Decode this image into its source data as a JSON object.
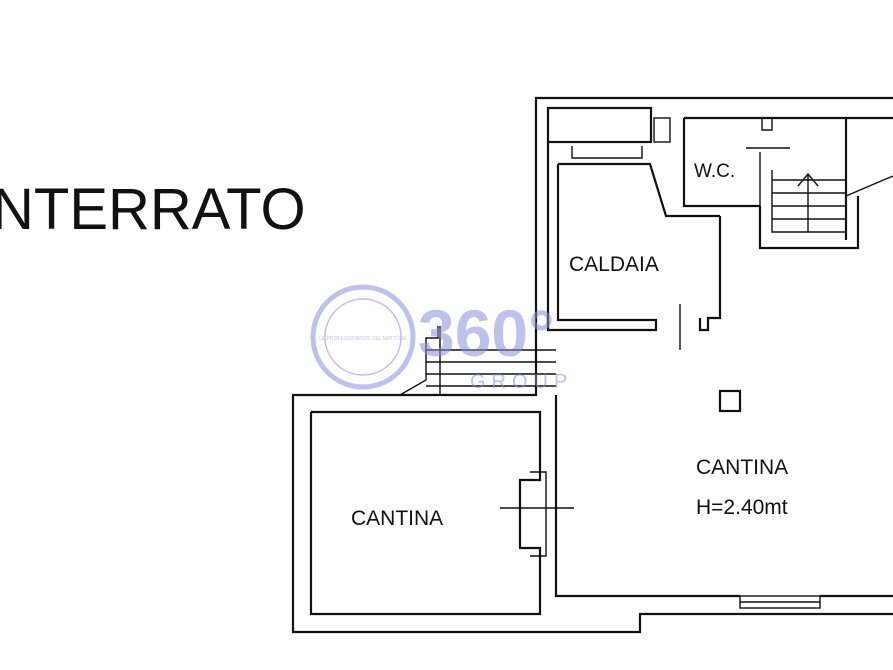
{
  "floor_title": "NTERRATO",
  "rooms": {
    "wc": "W.C.",
    "boiler": "CALDAIA",
    "cellar_left": "CANTINA",
    "cellar_right": "CANTINA",
    "cellar_right_height": "H=2.40mt"
  },
  "watermark": {
    "logo_text": "360°",
    "sub_text": "GROUP",
    "seal_text": "LE PROFESSIONISTE DEL MATTONE"
  },
  "colors": {
    "line": "#111111",
    "watermark": "#8a8fd6",
    "background": "#ffffff"
  }
}
